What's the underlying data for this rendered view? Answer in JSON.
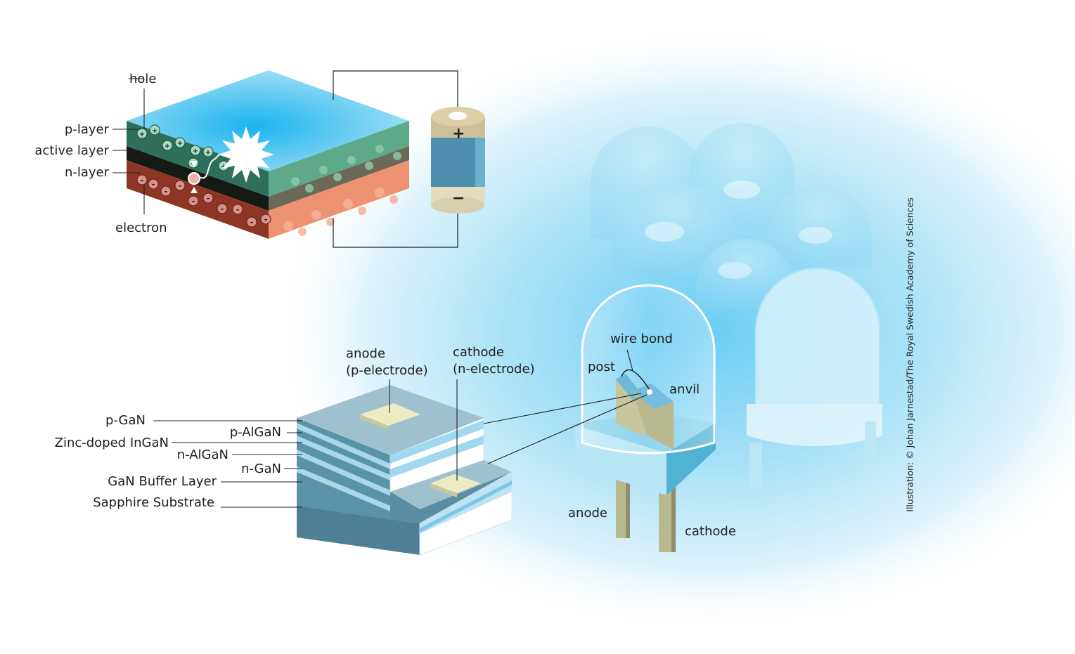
{
  "colors": {
    "glow": "#7fd3f5",
    "p_layer": "#5aa886",
    "n_layer": "#a8412f",
    "n_layer_side": "#e88a68",
    "gan_side": "#4e7f94",
    "electrode": "#ececc4",
    "lead": "#b9b98f",
    "battery_body": "#4e8fb0"
  },
  "pn_junction": {
    "hole_label": "hole",
    "p_layer_label": "p-layer",
    "active_layer_label": "active layer",
    "n_layer_label": "n-layer",
    "electron_label": "electron",
    "battery_plus": "+",
    "battery_minus": "−"
  },
  "chip": {
    "anode_label": "anode\n(p-electrode)",
    "cathode_label": "cathode\n(n-electrode)",
    "layers": [
      "p-GaN",
      "p-AlGaN",
      "Zinc-doped InGaN",
      "n-AlGaN",
      "n-GaN",
      "GaN Buffer Layer",
      "Sapphire Substrate"
    ]
  },
  "led": {
    "wire_bond_label": "wire bond",
    "post_label": "post",
    "anvil_label": "anvil",
    "anode_label": "anode",
    "cathode_label": "cathode"
  },
  "credit": "Illustration: © Johan Jarnestad/The Royal Swedish Academy of Sciences"
}
